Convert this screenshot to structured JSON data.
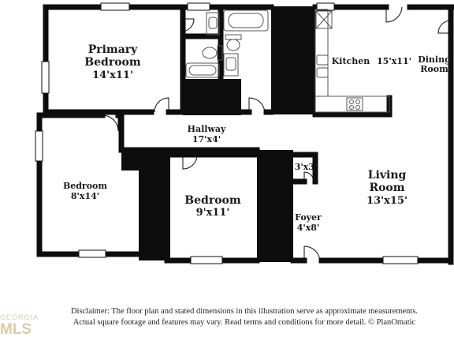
{
  "rooms": {
    "primary_bedroom": {
      "name_line1": "Primary",
      "name_line2": "Bedroom",
      "dims": "14'x11'"
    },
    "kitchen": {
      "name": "Kitchen",
      "dims": "15'x11'"
    },
    "dining_room": {
      "name_line1": "Dining",
      "name_line2": "Room"
    },
    "hallway": {
      "name": "Hallway",
      "dims": "17'x4'"
    },
    "bedroom_left": {
      "name": "Bedroom",
      "dims": "8'x14'"
    },
    "bedroom_center": {
      "name": "Bedroom",
      "dims": "9'x11'"
    },
    "closet": {
      "dims": "3'x3'"
    },
    "living_room": {
      "name_line1": "Living",
      "name_line2": "Room",
      "dims": "13'x15'"
    },
    "foyer": {
      "name": "Foyer",
      "dims": "4'x8'"
    }
  },
  "disclaimer": {
    "line1": "Disclaimer: The floor plan and stated dimensions in this illustration serve as approximate measurements.",
    "line2": "Actual square footage and features may vary. Read terms and conditions for more detail. © PlanOmatic"
  },
  "watermark": {
    "line1": "GEORGIA",
    "line2": "MLS"
  },
  "colors": {
    "wall": "#0d0d0d",
    "fixture": "#555555",
    "background": "#ffffff",
    "watermark": "#d9cda8"
  }
}
